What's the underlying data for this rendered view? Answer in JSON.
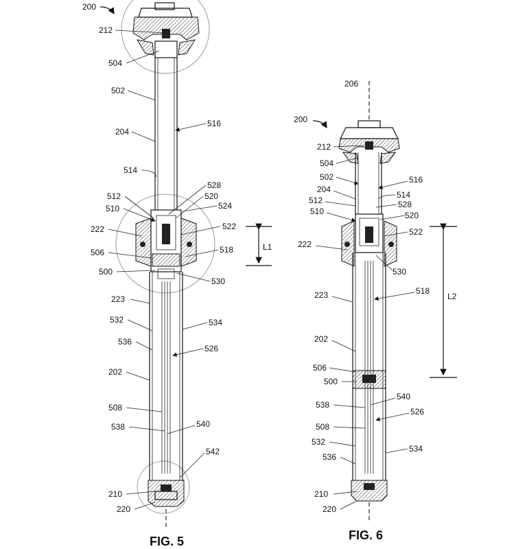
{
  "fig5": {
    "caption": "FIG. 5",
    "labels": {
      "l200": "200",
      "l212": "212",
      "l504": "504",
      "l502": "502",
      "l204": "204",
      "l516": "516",
      "l514": "514",
      "l512": "512",
      "l528": "528",
      "l510": "510",
      "l520": "520",
      "l524": "524",
      "l222": "222",
      "l522": "522",
      "l506": "506",
      "l518": "518",
      "l500": "500",
      "l530": "530",
      "l223": "223",
      "l532": "532",
      "l534": "534",
      "l536": "536",
      "l526": "526",
      "l202": "202",
      "l508": "508",
      "l538": "538",
      "l540": "540",
      "l542": "542",
      "l210": "210",
      "l220": "220",
      "dim": "L1"
    }
  },
  "fig6": {
    "caption": "FIG. 6",
    "labels": {
      "l206": "206",
      "l200": "200",
      "l212": "212",
      "l504": "504",
      "l502": "502",
      "l516": "516",
      "l204": "204",
      "l514": "514",
      "l512": "512",
      "l528": "528",
      "l510": "510",
      "l520": "520",
      "l222": "222",
      "l522": "522",
      "l530": "530",
      "l223": "223",
      "l518": "518",
      "l202": "202",
      "l506": "506",
      "l500": "500",
      "l538": "538",
      "l540": "540",
      "l508": "508",
      "l526": "526",
      "l532": "532",
      "l534": "534",
      "l536": "536",
      "l210": "210",
      "l220": "220",
      "dim": "L2"
    }
  }
}
